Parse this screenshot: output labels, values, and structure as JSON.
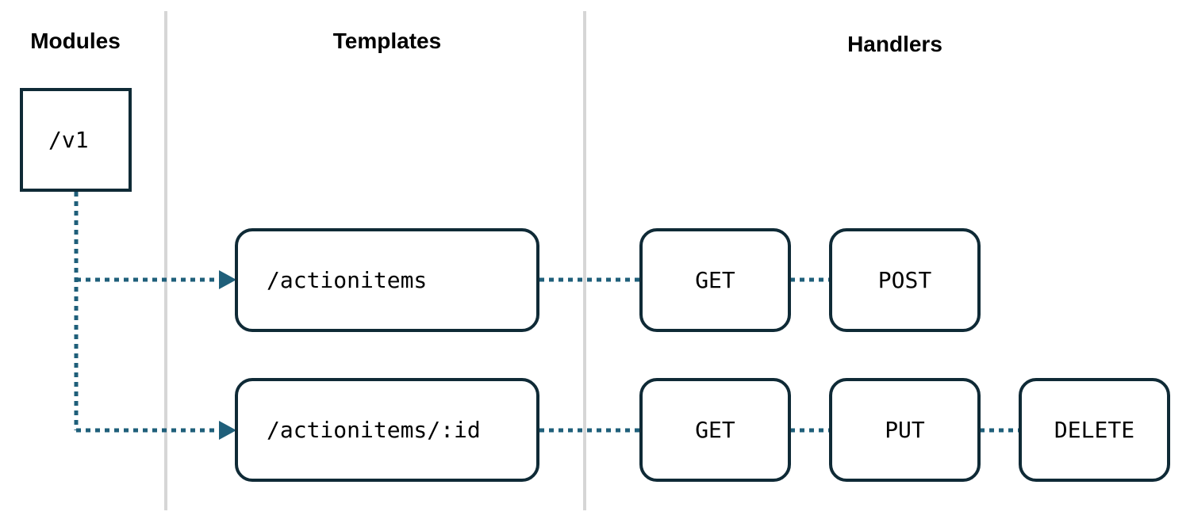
{
  "columns": {
    "modules": "Modules",
    "templates": "Templates",
    "handlers": "Handlers"
  },
  "modules": [
    {
      "label": "/v1"
    }
  ],
  "templates": [
    {
      "label": "/actionitems",
      "handlers": [
        {
          "label": "GET"
        },
        {
          "label": "POST"
        }
      ]
    },
    {
      "label": "/actionitems/:id",
      "handlers": [
        {
          "label": "GET"
        },
        {
          "label": "PUT"
        },
        {
          "label": "DELETE"
        }
      ]
    }
  ],
  "colors": {
    "node_border": "#0f2a36",
    "connector": "#1f5f7a",
    "divider": "#d6d6d6",
    "text": "#000000"
  }
}
